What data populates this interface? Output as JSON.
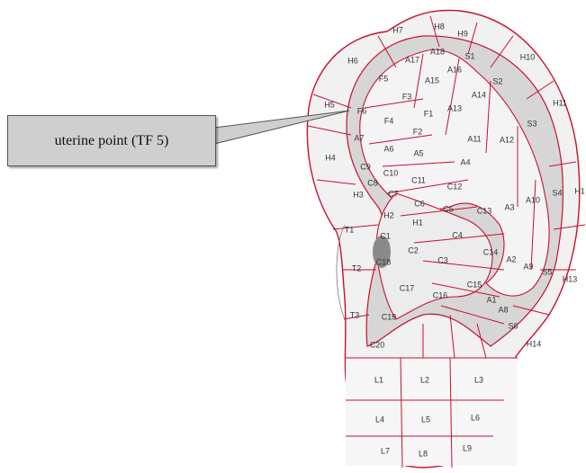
{
  "callout": {
    "text": "uterine point (TF 5)"
  },
  "colors": {
    "outline": "#c8102e",
    "fill_light": "#f1f1f1",
    "fill_shadow": "#cfcfcf",
    "box_bg": "#cfcfcf"
  },
  "labels": {
    "H1": "H1",
    "H2": "H2",
    "H3": "H3",
    "H4": "H4",
    "H5": "H5",
    "H6": "H6",
    "H7": "H7",
    "H8": "H8",
    "H9": "H9",
    "H10": "H10",
    "H11": "H11",
    "H13": "H13",
    "H14": "H14",
    "S1": "S1",
    "S2": "S2",
    "S3": "S3",
    "S4": "S4",
    "S5": "S5",
    "S6": "S6",
    "A1": "A1",
    "A2": "A2",
    "A3": "A3",
    "A4": "A4",
    "A5": "A5",
    "A6": "A6",
    "A7": "A7",
    "A8": "A8",
    "A9": "A9",
    "A10": "A10",
    "A11": "A11",
    "A12": "A12",
    "A13": "A13",
    "A14": "A14",
    "A15": "A15",
    "A16": "A16",
    "A17": "A17",
    "A18": "A18",
    "F1": "F1",
    "F2": "F2",
    "F3": "F3",
    "F4": "F4",
    "F5": "F5",
    "F6": "F6",
    "C1": "C1",
    "C2": "C2",
    "C3": "C3",
    "C4": "C4",
    "C5": "C5",
    "C6": "C6",
    "C7": "C7",
    "C8": "C8",
    "C9": "C9",
    "C10": "C10",
    "C11": "C11",
    "C12": "C12",
    "C13": "C13",
    "C14": "C14",
    "C15": "C15",
    "C16": "C16",
    "C17": "C17",
    "C18": "C18",
    "C19": "C19",
    "C20": "C20",
    "T1": "T1",
    "T2": "T2",
    "T3": "T3",
    "L1": "L1",
    "L2": "L2",
    "L3": "L3",
    "L4": "L4",
    "L5": "L5",
    "L6": "L6",
    "L7": "L7",
    "L8": "L8",
    "L9": "L9",
    "H1_right": "H1"
  }
}
